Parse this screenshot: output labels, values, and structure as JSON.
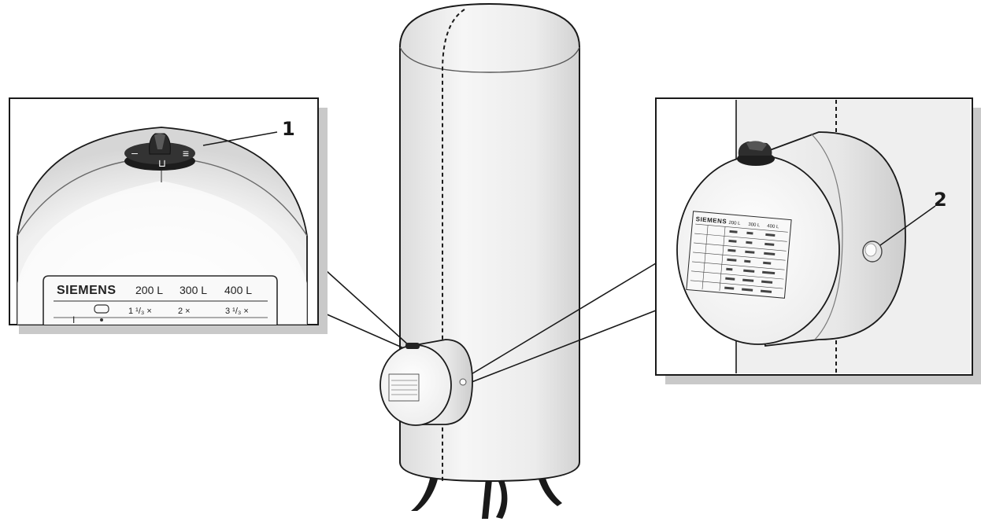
{
  "callouts": {
    "knob": "1",
    "indicator": "2"
  },
  "rating_plate": {
    "brand": "SIEMENS",
    "capacities": [
      "200 L",
      "300 L",
      "400 L"
    ],
    "row_label": "I",
    "row_values": [
      "1 ¹/₃ ×",
      "2 ×",
      "3 ¹/₃ ×"
    ]
  },
  "knob_marks": {
    "left": "–",
    "center": "⊔",
    "right": "≡"
  },
  "colors": {
    "line": "#1a1a1a",
    "panel_shadow": "#c9c9c9",
    "tank_fill": "#f2f2f2",
    "knob": "#2b2b2b"
  }
}
